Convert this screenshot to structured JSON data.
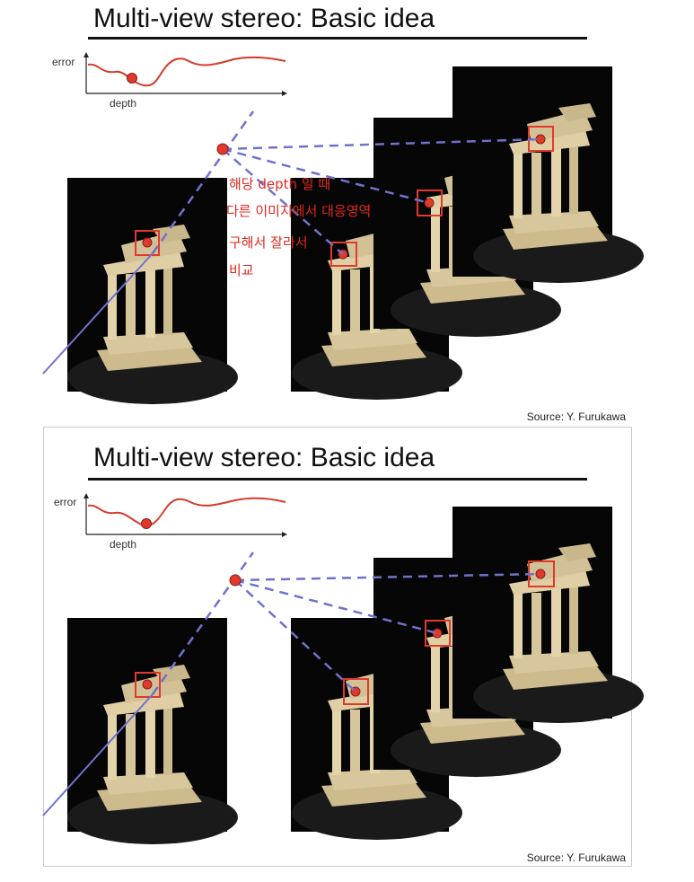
{
  "slides": [
    {
      "title": "Multi-view stereo: Basic idea",
      "curve": {
        "y_label": "error",
        "x_label": "depth"
      },
      "source": "Source: Y. Furukawa",
      "annotation": [
        "해당 depth 일 때",
        "다른 이미지에서 대응영역",
        "구해서 잘라서",
        "비교"
      ]
    },
    {
      "title": "Multi-view stereo: Basic idea",
      "curve": {
        "y_label": "error",
        "x_label": "depth"
      },
      "source": "Source: Y. Furukawa"
    }
  ],
  "colors": {
    "accent_red": "#e03a2c",
    "ray_blue": "#6f72cc",
    "photo_bg": "#060606",
    "stone": "#d9c9a0"
  }
}
